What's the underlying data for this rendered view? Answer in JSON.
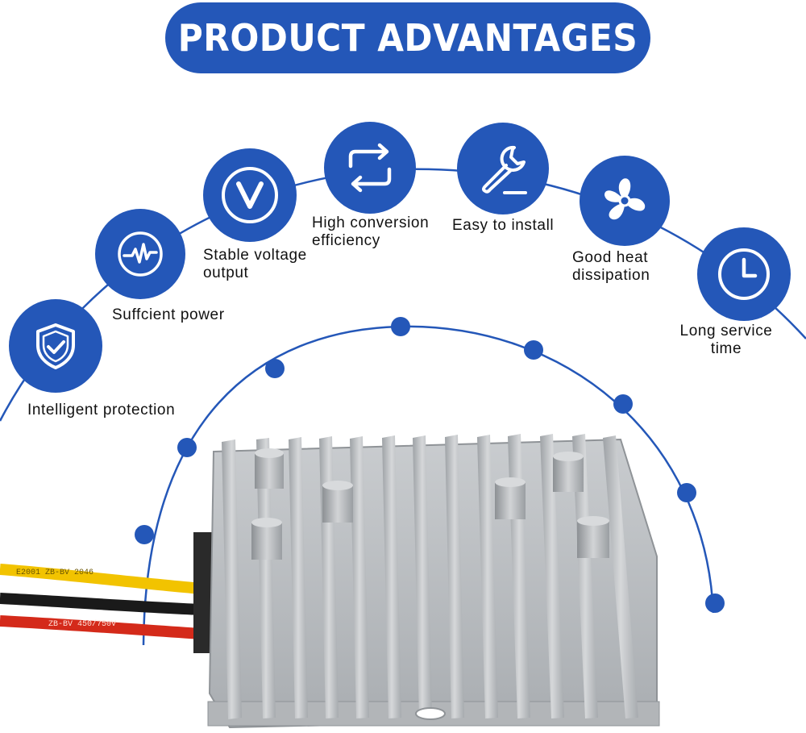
{
  "banner": {
    "title": "PRODUCT ADVANTAGES"
  },
  "colors": {
    "brand": "#2457b8",
    "icon_stroke": "#ffffff",
    "label_text": "#111111",
    "housing": "#b9bcbf",
    "wire_yellow": "#f2c300",
    "wire_black": "#1a1a1a",
    "wire_red": "#d42a1a"
  },
  "features": [
    {
      "icon": "shield-check-icon",
      "label": "Intelligent protection"
    },
    {
      "icon": "pulse-icon",
      "label": "Suffcient power"
    },
    {
      "icon": "v-circle-icon",
      "label_lines": [
        "Stable voltage",
        "output"
      ]
    },
    {
      "icon": "refresh-arrows-icon",
      "label_lines": [
        "High conversion",
        "efficiency"
      ]
    },
    {
      "icon": "wrench-icon",
      "label": "Easy to install"
    },
    {
      "icon": "fan-icon",
      "label_lines": [
        "Good heat",
        "dissipation"
      ]
    },
    {
      "icon": "clock-icon",
      "label_lines": [
        "Long service",
        "time"
      ]
    }
  ],
  "wire_markings": {
    "top": "ZB-BV  450/750V",
    "yellow": "E2001 ZB-BV 2046"
  }
}
